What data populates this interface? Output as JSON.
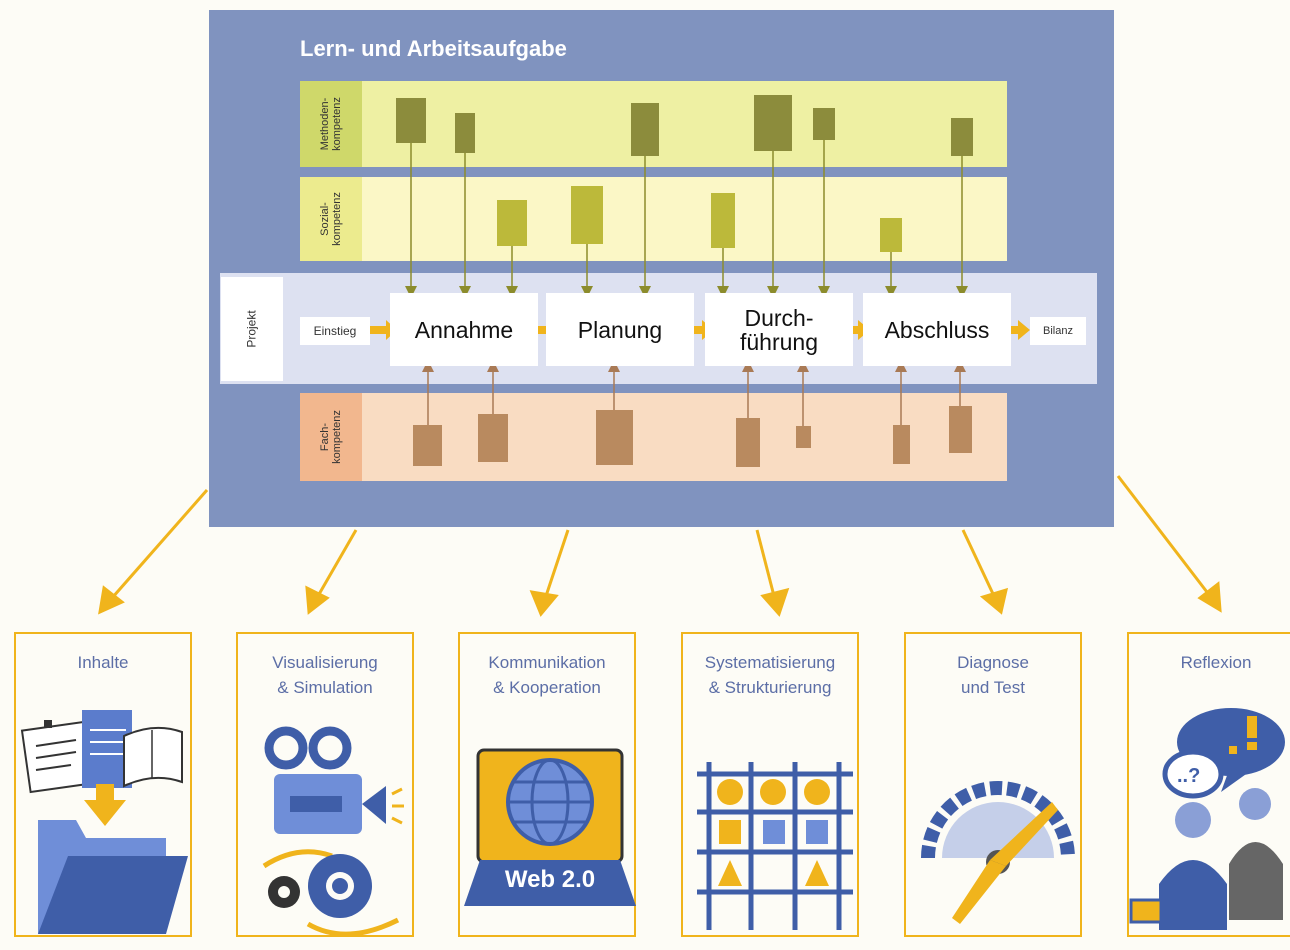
{
  "panel": {
    "title": "Lern- und Arbeitsaufgabe"
  },
  "bands": {
    "methoden": "Methoden-\nkompetenz",
    "sozial": "Sozial-\nkompetenz",
    "fach": "Fach-\nkompetenz"
  },
  "projekt": {
    "label": "Projekt",
    "einstieg": "Einstieg",
    "phases": [
      "Annahme",
      "Planung",
      "Durch-\nführung",
      "Abschluss"
    ],
    "bilanz": "Bilanz"
  },
  "cards": [
    {
      "title": "Inhalte",
      "icon": "documents-folder-icon"
    },
    {
      "title": "Visualisierung\n& Simulation",
      "icon": "camera-gears-icon"
    },
    {
      "title": "Kommunikation\n& Kooperation",
      "icon": "laptop-globe-icon",
      "badge": "Web 2.0"
    },
    {
      "title": "Systematisierung\n& Strukturierung",
      "icon": "grid-shapes-icon"
    },
    {
      "title": "Diagnose\nund Test",
      "icon": "gauge-icon"
    },
    {
      "title": "Reflexion",
      "icon": "people-speech-icon"
    }
  ],
  "colors": {
    "panel": "#8093bf",
    "methoden_band": "#eef0a3",
    "sozial_band": "#fbf7c6",
    "fach_band": "#f9dcc2",
    "arrow_orange": "#f0b41c",
    "card_text": "#5c6ea6",
    "icon_blue": "#3f5ea8"
  }
}
